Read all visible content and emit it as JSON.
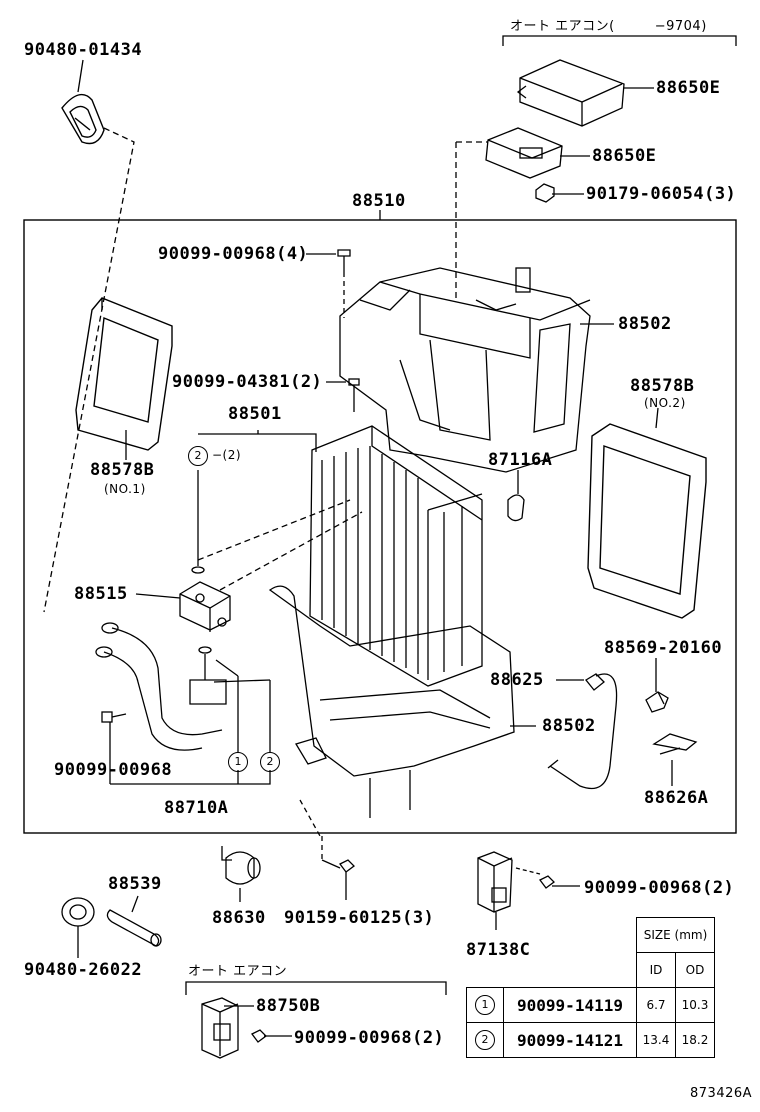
{
  "header_note": {
    "text": "オート エアコン(",
    "suffix": "−9704)"
  },
  "auto_ac_note_bottom": "オート エアコン",
  "labels": {
    "p90480_01434": "90480-01434",
    "p88650E_a": "88650E",
    "p88650E_b": "88650E",
    "p90179_06054": "90179-06054(3)",
    "p88510": "88510",
    "p90099_00968_4": "90099-00968(4)",
    "p88502_top": "88502",
    "p88578B_left": "88578B",
    "p88578B_left_no": "(NO.1)",
    "p90099_04381": "90099-04381(2)",
    "p88578B_right": "88578B",
    "p88578B_right_no": "(NO.2)",
    "p88501": "88501",
    "p2_2": "−(2)",
    "p87116A": "87116A",
    "p88515": "88515",
    "p88569_20160": "88569-20160",
    "p88625": "88625",
    "p88502_bottom": "88502",
    "p90099_00968_mid": "90099-00968",
    "p88710A": "88710A",
    "p88626A": "88626A",
    "p88539": "88539",
    "p88630": "88630",
    "p90159_60125": "90159-60125(3)",
    "p87138C": "87138C",
    "p90099_00968_2a": "90099-00968(2)",
    "p90480_26022": "90480-26022",
    "p88750B": "88750B",
    "p90099_00968_2b": "90099-00968(2)",
    "diagram_id": "873426A"
  },
  "circle_marks": {
    "one": "1",
    "two": "2"
  },
  "size_table": {
    "header": "SIZE (mm)",
    "col_id": "ID",
    "col_od": "OD",
    "rows": [
      {
        "mark": "1",
        "part": "90099-14119",
        "id": "6.7",
        "od": "10.3"
      },
      {
        "mark": "2",
        "part": "90099-14121",
        "id": "13.4",
        "od": "18.2"
      }
    ]
  }
}
